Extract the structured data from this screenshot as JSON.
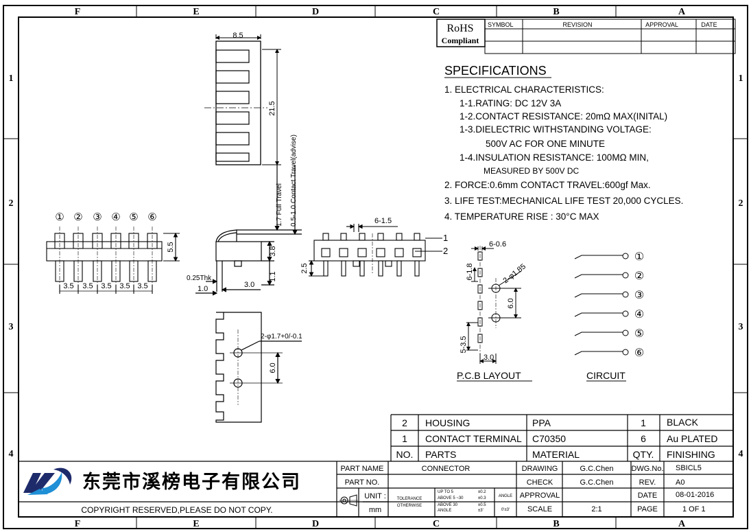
{
  "zone_columns": [
    "F",
    "E",
    "D",
    "C",
    "B",
    "A"
  ],
  "zone_rows": [
    "1",
    "2",
    "3",
    "4"
  ],
  "rohs": {
    "line1": "RoHS",
    "line2": "Compliant"
  },
  "revision_table": {
    "symbol": "SYMBOL",
    "revision": "REVISION",
    "approval": "APPROVAL",
    "date": "DATE"
  },
  "specs": {
    "title": "SPECIFICATIONS",
    "lines": [
      "1. ELECTRICAL CHARACTERISTICS:",
      "1-1.RATING: DC 12V 3A",
      "1-2.CONTACT RESISTANCE: 20mΩ MAX(INITAL)",
      "1-3.DIELECTRIC WITHSTANDING VOLTAGE:",
      "500V AC FOR ONE MINUTE",
      "1-4.INSULATION RESISTANCE: 100MΩ MIN,",
      "MEASURED BY 500V DC",
      "2. FORCE:0.6mm CONTACT TRAVEL:600gf Max.",
      "3. LIFE TEST:MECHANICAL LIFE TEST 20,000 CYCLES.",
      "4. TEMPERATURE RISE : 30°C MAX"
    ]
  },
  "front_view": {
    "pin_numbers": [
      "①",
      "②",
      "③",
      "④",
      "⑤",
      "⑥"
    ],
    "pitch_labels": [
      "3.5",
      "3.5",
      "3.5",
      "3.5",
      "3.5"
    ],
    "height_label": "5.5"
  },
  "top_view": {
    "width_label": "8.5",
    "length_label": "21.5"
  },
  "side_view": {
    "full_travel": "1.7 Full Travel",
    "contact_travel": "0.5-1.0 Contact Travel(advise)",
    "height": "3.8",
    "base": "1.1",
    "thk": "0.25Thk",
    "d1": "1.0",
    "d2": "3.0"
  },
  "side_view_2": {
    "pitch": "6-1.5",
    "height": "2.5",
    "callout1": "1",
    "callout2": "2"
  },
  "bottom_view": {
    "hole": "2-φ1.7+0/-0.1",
    "spacing": "6.0"
  },
  "pcb_layout": {
    "title": "P.C.B LAYOUT",
    "d1": "6-0.6",
    "d2": "6-1.8",
    "d3": "2-φ1.85",
    "d4": "6.0",
    "d5": "5-3.5",
    "d6": "3.0"
  },
  "circuit": {
    "title": "CIRCUIT",
    "pins": [
      "①",
      "②",
      "③",
      "④",
      "⑤",
      "⑥"
    ]
  },
  "bom": {
    "header": {
      "no": "NO.",
      "parts": "PARTS",
      "material": "MATERIAL",
      "qty": "QTY.",
      "finishing": "FINISHING"
    },
    "rows": [
      {
        "no": "2",
        "part": "HOUSING",
        "material": "PPA",
        "qty": "1",
        "finishing": "BLACK"
      },
      {
        "no": "1",
        "part": "CONTACT TERMINAL",
        "material": "C70350",
        "qty": "6",
        "finishing": "Au PLATED"
      }
    ]
  },
  "title_block": {
    "company": "东莞市溪榜电子有限公司",
    "copyright": "COPYRIGHT RESERVED,PLEASE DO NOT COPY.",
    "part_name_label": "PART NAME",
    "part_name": "CONNECTOR",
    "part_no_label": "PART NO.",
    "part_no": "",
    "unit_label": "UNIT :",
    "unit": "mm",
    "tolerance": "TOLERANCE",
    "otherwise": "OTHERWISE",
    "tol_rows": [
      "UP TO 5",
      "ABOVE 5 ~30",
      "ABOVE 30",
      "ANGLE"
    ],
    "tol_vals": [
      "±0.2",
      "±0.3",
      "±0.5",
      "±3'"
    ],
    "angle_label": "ANGLE",
    "angle_val": "0'±3'",
    "drawing_label": "DRAWING",
    "drawing": "G.C.Chen",
    "check_label": "CHECK",
    "check": "G.C.Chen",
    "approval_label": "APPROVAL",
    "approval": "",
    "scale_label": "SCALE",
    "scale": "2:1",
    "dwg_label": "DWG.No.",
    "dwg": "SBICL5",
    "rev_label": "REV.",
    "rev": "A0",
    "date_label": "DATE",
    "date": "08-01-2016",
    "page_label": "PAGE",
    "page": "1 OF 1"
  }
}
